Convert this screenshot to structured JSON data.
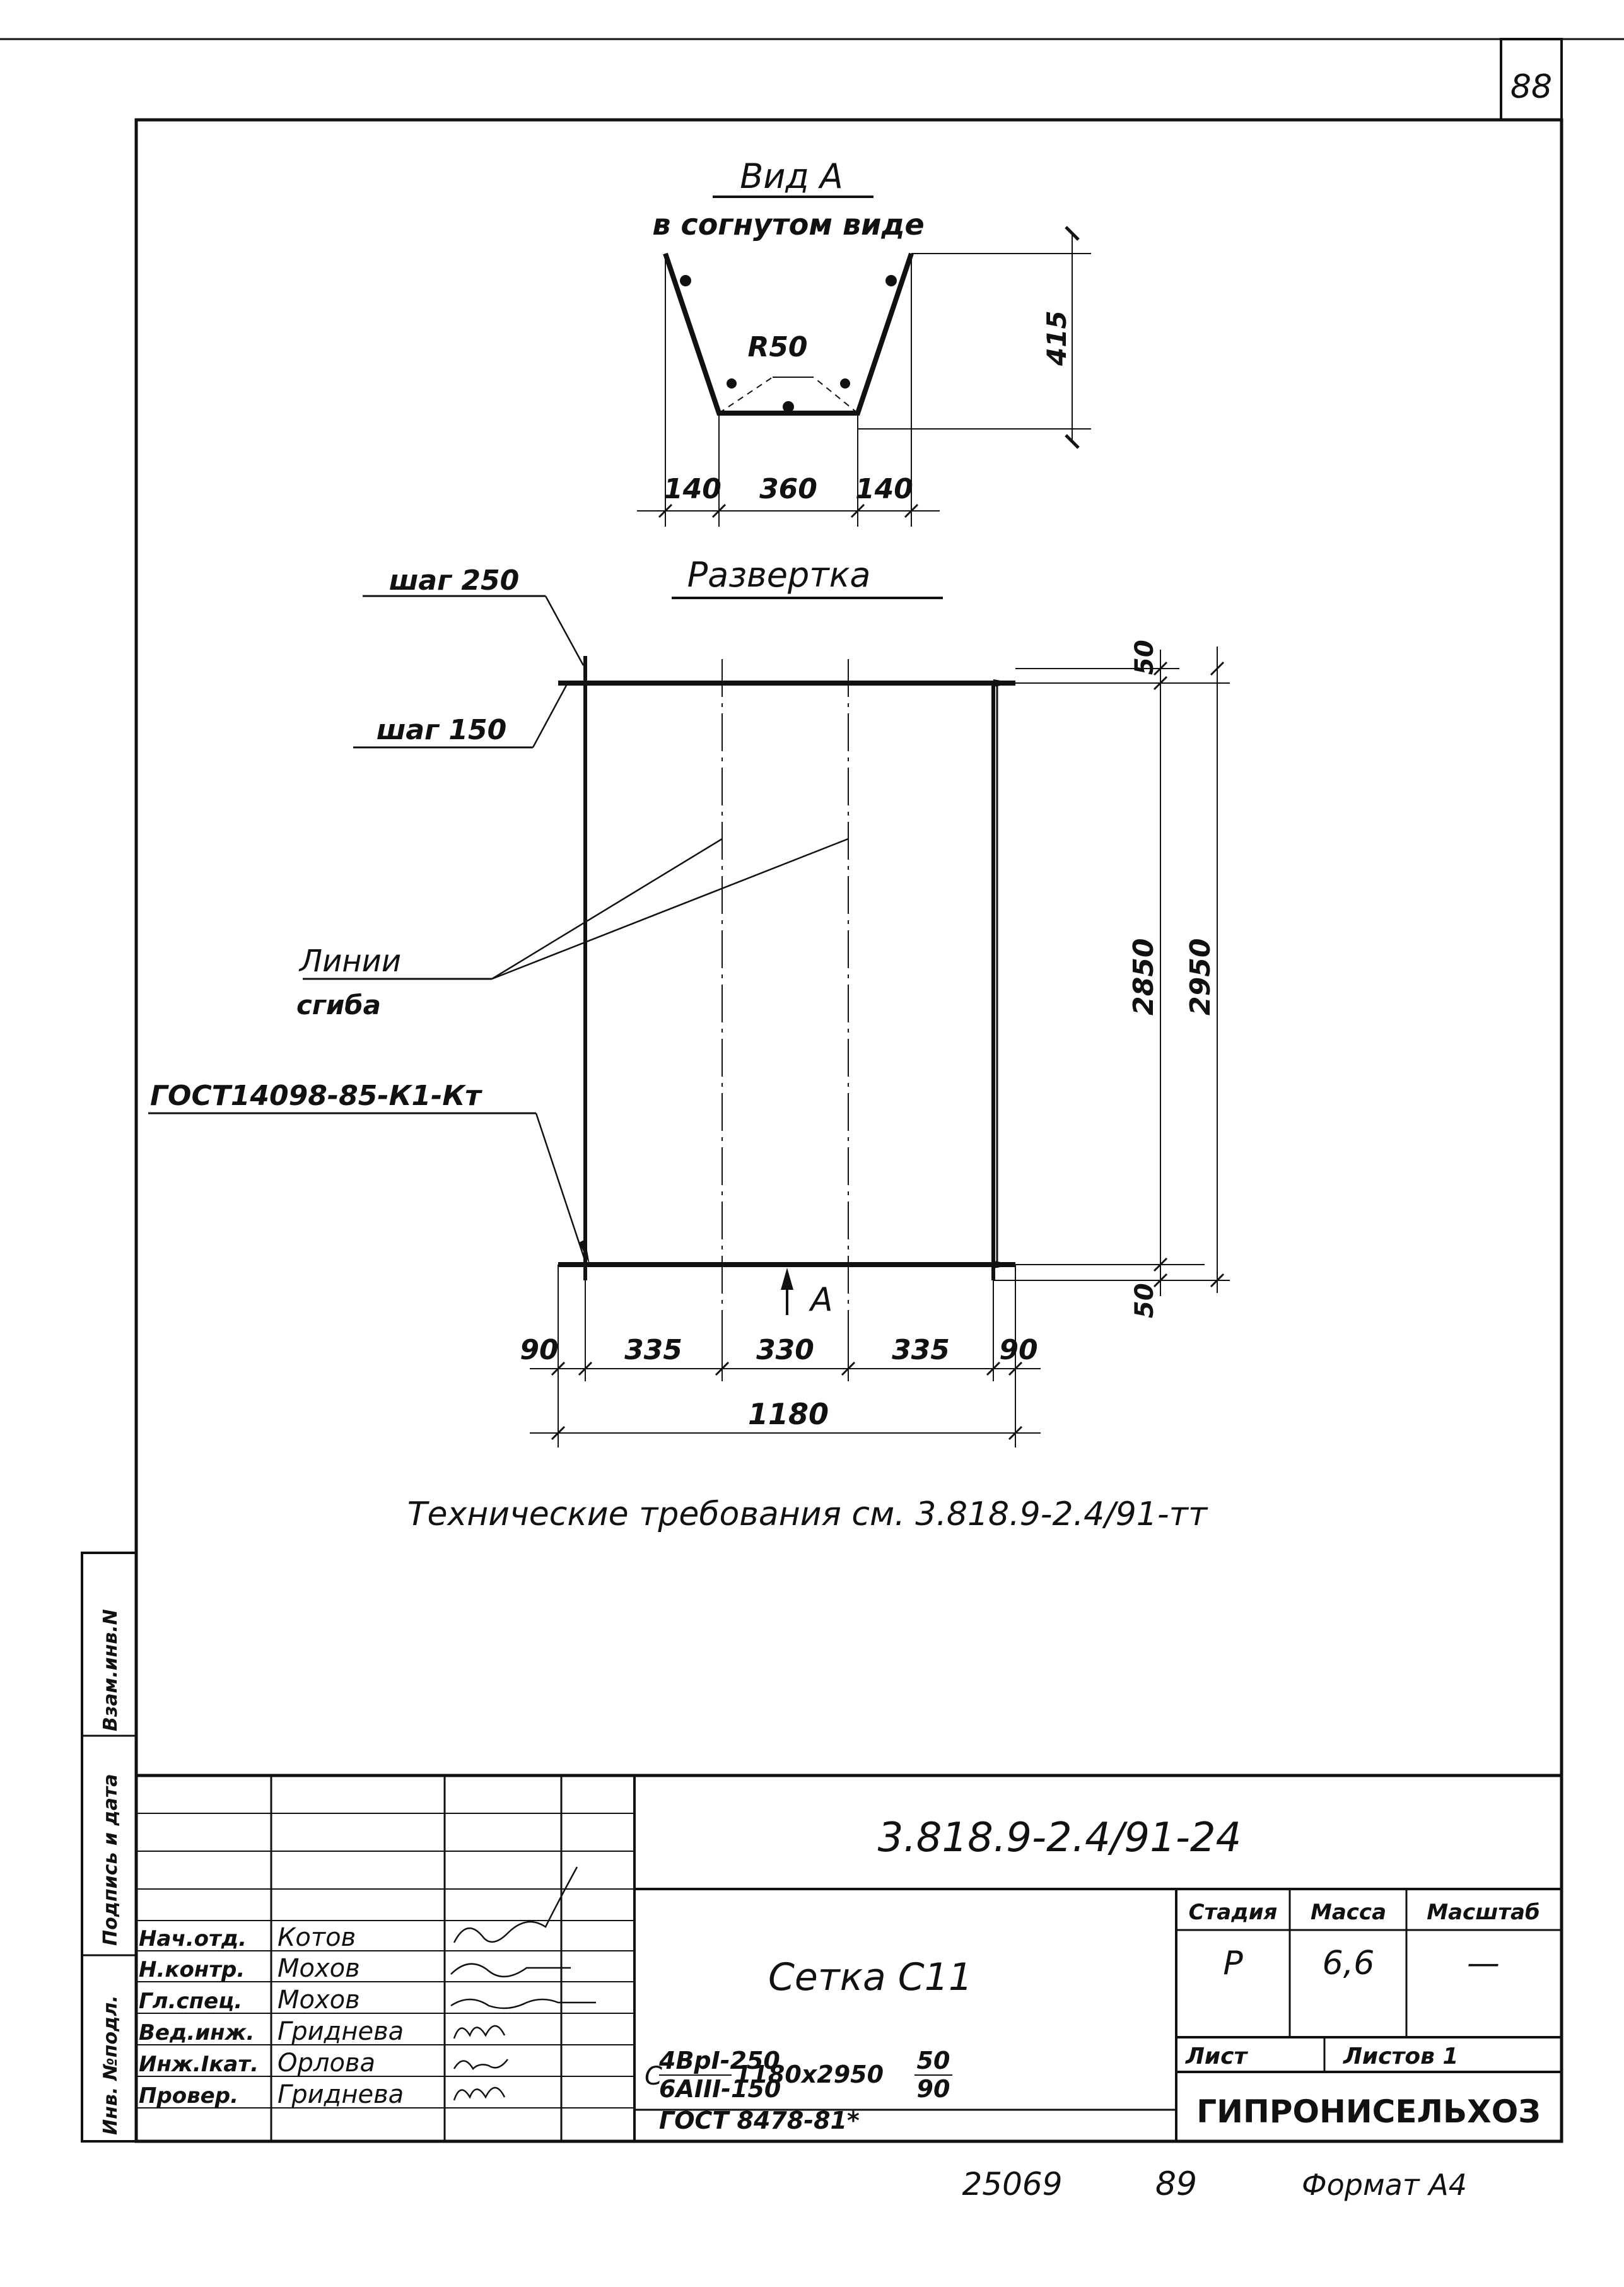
{
  "sheet": {
    "page_number": "88",
    "view_title": "Вид А",
    "view_subtitle": "в согнутом виде",
    "radius_label": "R50",
    "height_dim": "415",
    "bend_dims": [
      "140",
      "360",
      "140"
    ],
    "unfold_title": "Развертка",
    "pitch_top": "шаг 250",
    "pitch_side": "шаг 150",
    "bend_lines_label_1": "Линии",
    "bend_lines_label_2": "сгиба",
    "gost_weld": "ГОСТ14098-85-К1-Кт",
    "arrow_label": "А",
    "right_dims": [
      "50",
      "2850",
      "2950",
      "50"
    ],
    "bottom_dims": [
      "90",
      "335",
      "330",
      "335",
      "90"
    ],
    "total_width": "1180",
    "tech_requirements": "Технические требования см. 3.818.9-2.4/91-тт"
  },
  "side_stamp": {
    "inv_podl": "Инв. №подл.",
    "podpis_data": "Подпись и дата",
    "vzam_inv": "Взам.инв.N"
  },
  "title_block": {
    "doc_code": "3.818.9-2.4/91-24",
    "item_name": "Сетка С11",
    "spec_prefix": "С",
    "spec_num": "4ВрI-250",
    "spec_den": "6АIII-150",
    "spec_size": "1180x2950",
    "spec_frac_num": "50",
    "spec_frac_den": "90",
    "spec_gost": "ГОСТ 8478-81*",
    "stage_header": "Стадия",
    "mass_header": "Масса",
    "scale_header": "Масштаб",
    "stage": "Р",
    "mass": "6,6",
    "scale": "—",
    "sheet_label": "Лист",
    "sheets_label": "Листов 1",
    "org": "ГИПРОНИСЕЛЬХОЗ",
    "roles": [
      {
        "role": "Нач.отд.",
        "name": "Котов"
      },
      {
        "role": "Н.контр.",
        "name": "Мохов"
      },
      {
        "role": "Гл.спец.",
        "name": "Мохов"
      },
      {
        "role": "Вед.инж.",
        "name": "Гриднева"
      },
      {
        "role": "Инж.Iкат.",
        "name": "Орлова"
      },
      {
        "role": "Провер.",
        "name": "Гриднева"
      }
    ]
  },
  "footer": {
    "number": "25069",
    "copy_num": "89",
    "format": "Формат А4"
  }
}
